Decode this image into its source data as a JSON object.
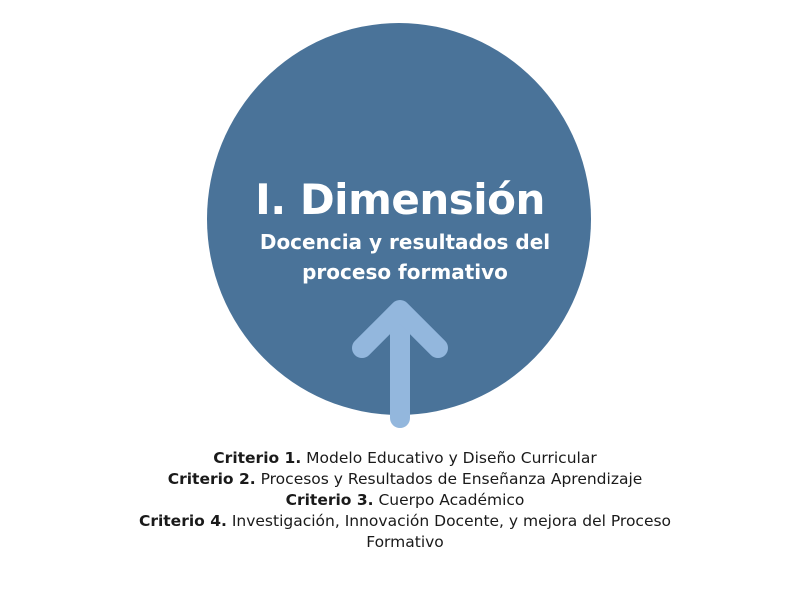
{
  "diagram": {
    "colors": {
      "circle": "#4a7399",
      "arrow": "#93b7dd",
      "circle_text": "#ffffff",
      "criteria_text": "#1a1a1a"
    },
    "title": "I. Dimensión",
    "subtitle": "Docencia y resultados del proceso formativo",
    "arrow_direction": "up",
    "criteria": [
      {
        "label": "Criterio 1.",
        "text": "Modelo Educativo y Diseño Curricular"
      },
      {
        "label": "Criterio 2.",
        "text": "Procesos y Resultados de Enseñanza Aprendizaje"
      },
      {
        "label": "Criterio 3.",
        "text": "Cuerpo Académico"
      },
      {
        "label": "Criterio 4.",
        "text": "Investigación, Innovación Docente, y mejora del Proceso Formativo"
      }
    ]
  }
}
